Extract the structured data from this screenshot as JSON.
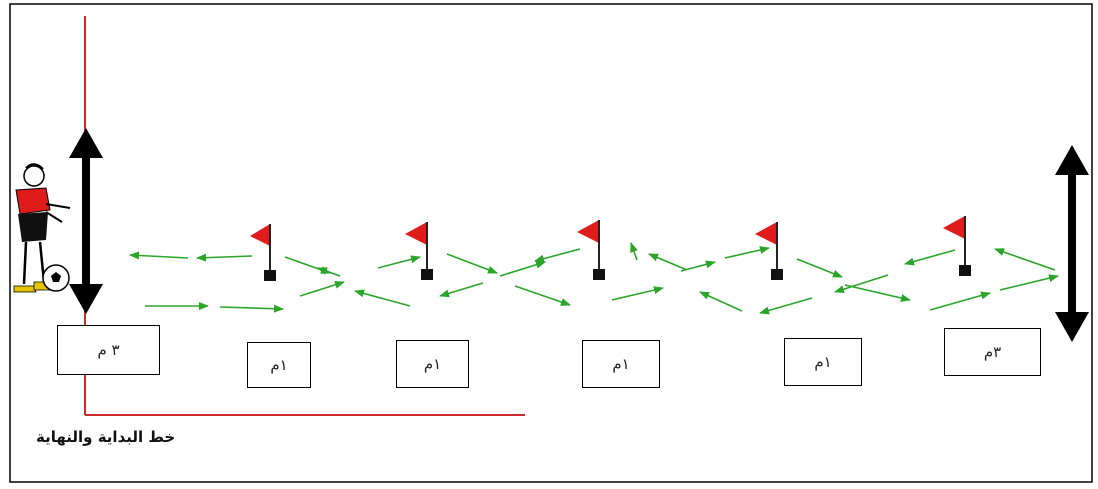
{
  "diagram": {
    "start_finish_label": "خط البداية والنهاية",
    "distance_labels": [
      "٣ م",
      "١م",
      "١م",
      "١م",
      "١م",
      "٣م"
    ],
    "flag_count": 5,
    "colors": {
      "border": "#000000",
      "start_line": "#cc2a2a",
      "path_arrows": "#2aa52a",
      "flag": "#e01b1b",
      "pole": "#222222",
      "boundary_arrow": "#000000"
    },
    "icons": [
      "player-icon",
      "flag-icon",
      "double-arrow-icon"
    ]
  }
}
